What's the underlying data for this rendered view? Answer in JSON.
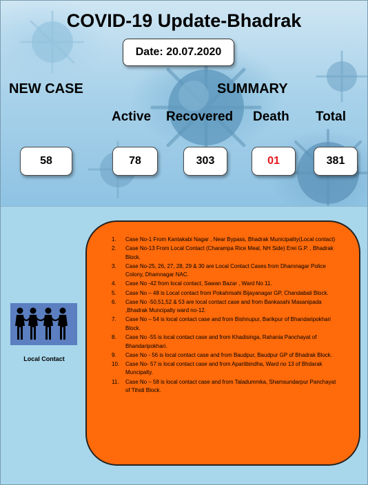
{
  "title": "COVID-19 Update-Bhadrak",
  "date": "Date: 20.07.2020",
  "new_case": {
    "label": "NEW CASE",
    "value": "58"
  },
  "summary": {
    "label": "SUMMARY",
    "active": {
      "label": "Active",
      "value": "78"
    },
    "recovered": {
      "label": "Recovered",
      "value": "303"
    },
    "death": {
      "label": "Death",
      "value": "01"
    },
    "total": {
      "label": "Total",
      "value": "381"
    }
  },
  "colors": {
    "death_value": "#e8161b",
    "card_fill": "#ff6a0a",
    "lower_bg": "#a8d6ea",
    "people_tile": "#5b7fc0"
  },
  "local_contact_label": "Local Contact",
  "people_icon": "people-group-icon",
  "cases": [
    {
      "num": "1.",
      "text": "Case No-1 From Kantakabi Nagar , Near Bypass, Bhadrak Municipality(Local contact)"
    },
    {
      "num": "2.",
      "text": "Case No-13 From Local Contact (Charampa Rice Meal, NH Side) Erei G.P. , Bhadrak Block."
    },
    {
      "num": "3.",
      "text": "Case No-25, 26, 27, 28, 29 & 30 are Local Contact Cases from Dhamnagar Police Colony, Dhamnagar NAC."
    },
    {
      "num": "4.",
      "text": "Case No -42 from local contact, Sawan Bazar , Ward No 11."
    },
    {
      "num": "5.",
      "text": "Case No – 48 is Local contact from Pokahrisahi Bijayanagar GP, Chandabali Block."
    },
    {
      "num": "6.",
      "text": "Case No -50,51,52 & 53 are local contact case and from Bankasahi Masanipada ,Bhadrak Muncipalty ward no-12."
    },
    {
      "num": "7.",
      "text": "Case No – 54 is local contact case and from Bishnupur, Barikpur of Bhandaripokhari Block."
    },
    {
      "num": "8.",
      "text": "Case No -55  is local contact case and from Khadisinga, Rahania Panchayat of Bhandaripokhari."
    },
    {
      "num": "9.",
      "text": "Case No - 56 is local contact case and from Baudpur, Baudpur GP of Bhadrak Block."
    },
    {
      "num": "10.",
      "text": "Case No- 57 is local contact case and from Apartibindha, Ward no 13 of Bhdarak Muncipalty."
    },
    {
      "num": "11.",
      "text": "Case No – 58 is local contact case and from Taladummka, Shamsundarpur Panchayat of Tihidi Block."
    }
  ]
}
